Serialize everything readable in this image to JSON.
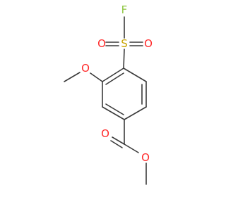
{
  "atoms": {
    "sulfur": {
      "symbol": "S",
      "color": "#c8a400"
    },
    "fluorine": {
      "symbol": "F",
      "color": "#8ec641"
    },
    "sulfonyl_oxygen_left": {
      "symbol": "O",
      "color": "#ff2a2a"
    },
    "sulfonyl_oxygen_right": {
      "symbol": "O",
      "color": "#ff2a2a"
    },
    "methoxy_oxygen": {
      "symbol": "O",
      "color": "#ff2a2a"
    },
    "ester_carbonyl_oxygen": {
      "symbol": "O",
      "color": "#ff2a2a"
    },
    "ester_ether_oxygen": {
      "symbol": "O",
      "color": "#ff2a2a"
    }
  },
  "bond_color": "#3a3a3a"
}
